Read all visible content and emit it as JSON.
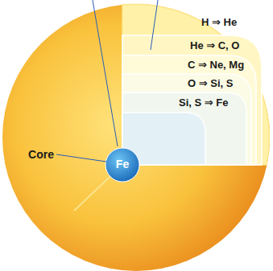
{
  "diagram": {
    "labels": [
      "H ⇒ He",
      "He ⇒ C, O",
      "C ⇒ Ne, Mg",
      "O ⇒ Si, S",
      "Si, S ⇒ Fe",
      "Fe",
      "Core"
    ]
  }
}
